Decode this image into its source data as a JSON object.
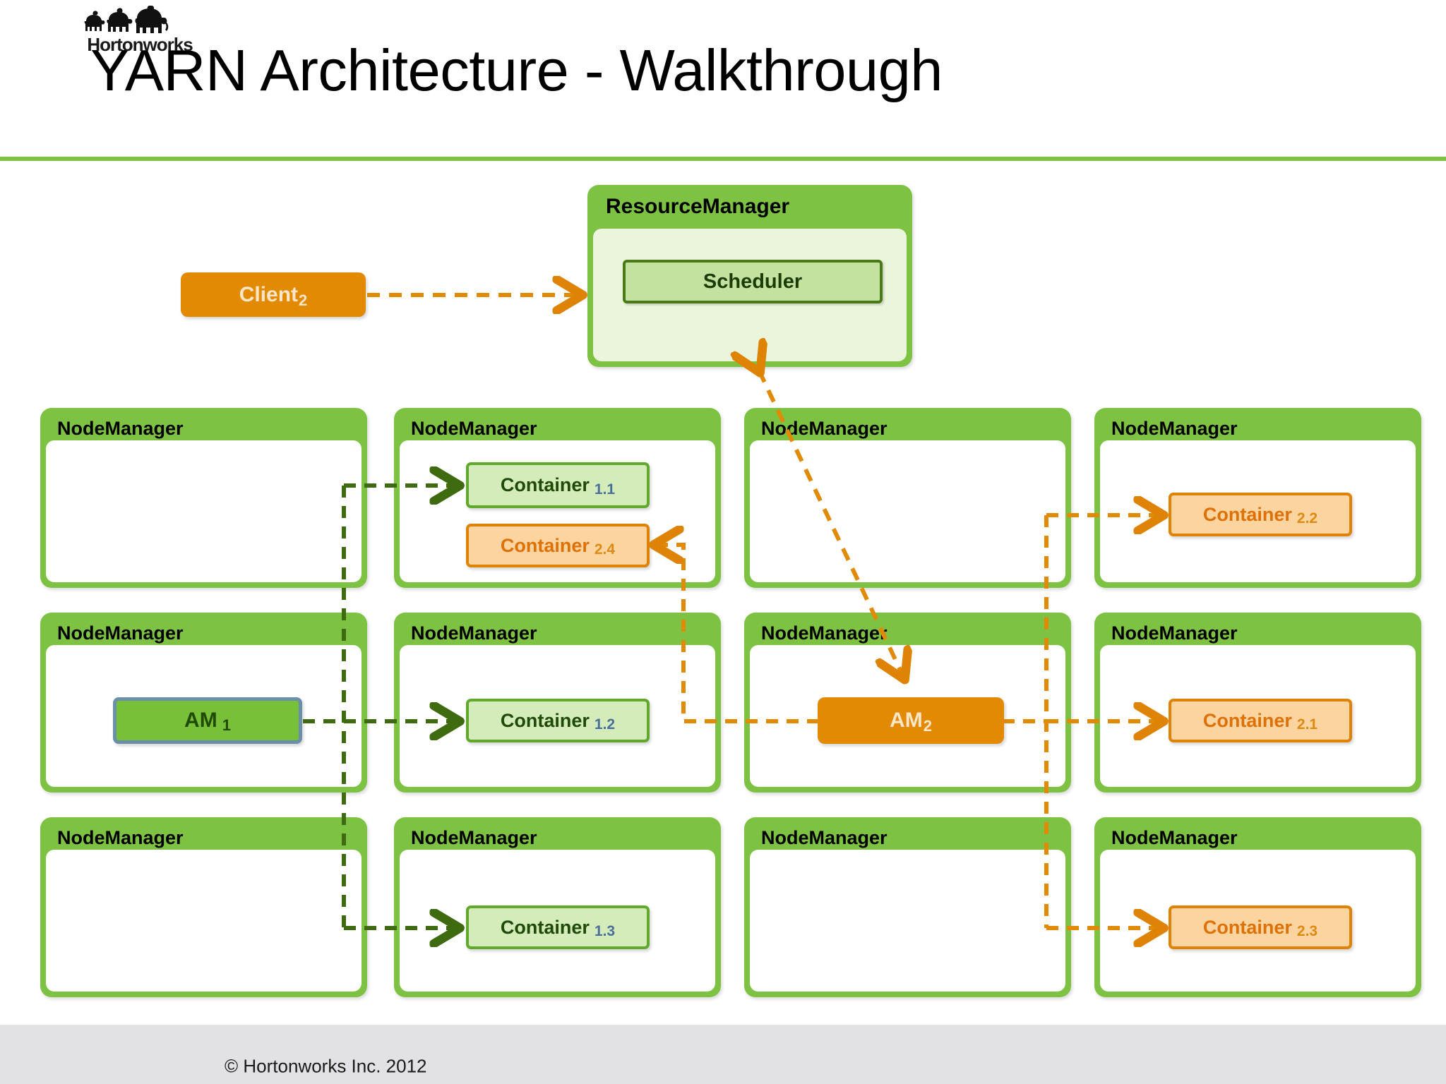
{
  "slide": {
    "title": "YARN Architecture - Walkthrough",
    "accent_green": "#7DC242",
    "accent_orange": "#E38A05"
  },
  "resource_manager": {
    "title": "ResourceManager",
    "scheduler_label": "Scheduler"
  },
  "client": {
    "label": "Client",
    "subscript": "2"
  },
  "node_managers": [
    {
      "title": "NodeManager"
    },
    {
      "title": "NodeManager"
    },
    {
      "title": "NodeManager"
    },
    {
      "title": "NodeManager"
    },
    {
      "title": "NodeManager"
    },
    {
      "title": "NodeManager"
    },
    {
      "title": "NodeManager"
    },
    {
      "title": "NodeManager"
    },
    {
      "title": "NodeManager"
    },
    {
      "title": "NodeManager"
    },
    {
      "title": "NodeManager"
    },
    {
      "title": "NodeManager"
    }
  ],
  "boxes": {
    "container_1_1": {
      "label": "Container",
      "subscript": "1.1"
    },
    "container_1_2": {
      "label": "Container",
      "subscript": "1.2"
    },
    "container_1_3": {
      "label": "Container",
      "subscript": "1.3"
    },
    "container_2_1": {
      "label": "Container",
      "subscript": "2.1"
    },
    "container_2_2": {
      "label": "Container",
      "subscript": "2.2"
    },
    "container_2_3": {
      "label": "Container",
      "subscript": "2.3"
    },
    "container_2_4": {
      "label": "Container",
      "subscript": "2.4"
    },
    "am_1": {
      "label": "AM",
      "subscript": "1"
    },
    "am_2": {
      "label": "AM",
      "subscript": "2"
    }
  },
  "footer": {
    "logo_wordmark": "Hortonworks",
    "copyright": "© Hortonworks Inc. 2012"
  }
}
